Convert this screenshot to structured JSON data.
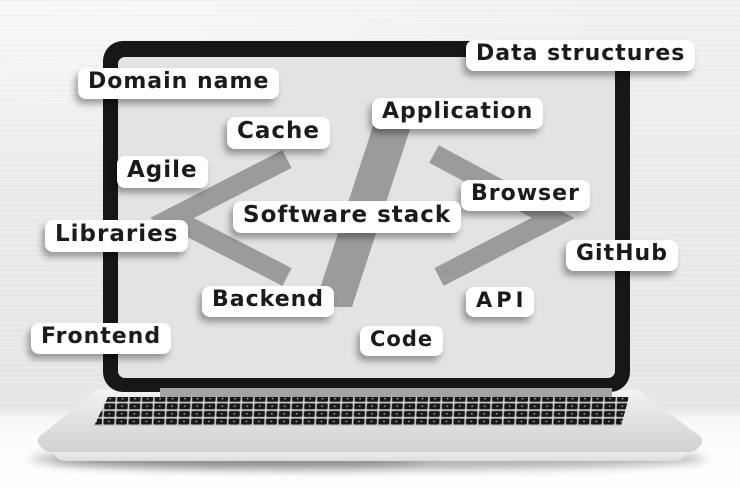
{
  "icon": {
    "name": "code-tag-symbol",
    "glyph": "</>",
    "color": "#9b9b9b"
  },
  "colors": {
    "wall": "#edecec",
    "desk": "#fcfcfc",
    "bezel": "#171717",
    "screen": "#e3e3e3",
    "deck": "#e6e6e6",
    "keys": "#191919",
    "label_bg": "#ffffff",
    "label_text": "#1b1b1b"
  },
  "labels": [
    {
      "id": "data-structures",
      "text": "Data structures"
    },
    {
      "id": "domain-name",
      "text": "Domain name"
    },
    {
      "id": "application",
      "text": "Application"
    },
    {
      "id": "cache",
      "text": "Cache"
    },
    {
      "id": "agile",
      "text": "Agile"
    },
    {
      "id": "browser",
      "text": "Browser"
    },
    {
      "id": "libraries",
      "text": "Libraries"
    },
    {
      "id": "software-stack",
      "text": "Software stack"
    },
    {
      "id": "github",
      "text": "GitHub"
    },
    {
      "id": "backend",
      "text": "Backend"
    },
    {
      "id": "api",
      "text": "API"
    },
    {
      "id": "frontend",
      "text": "Frontend"
    },
    {
      "id": "code",
      "text": "Code"
    }
  ]
}
